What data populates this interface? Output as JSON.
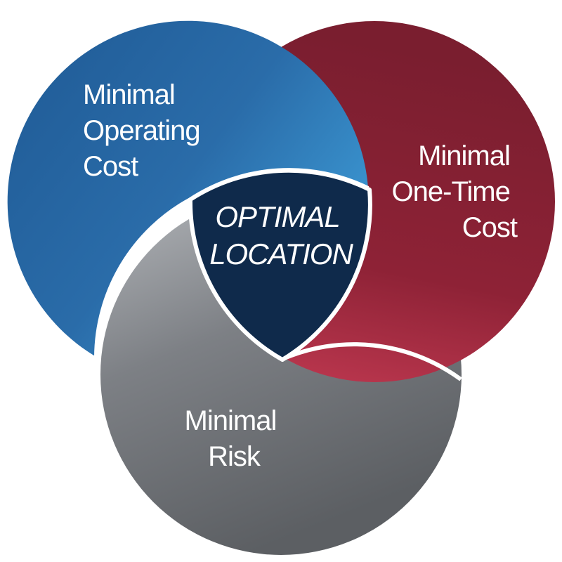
{
  "sets": {
    "operating_cost": {
      "lines": [
        "Minimal",
        "Operating",
        "Cost"
      ],
      "color": "#2a6aa6"
    },
    "one_time_cost": {
      "lines": [
        "Minimal",
        "One-Time",
        "Cost"
      ],
      "color": "#8e2236"
    },
    "risk": {
      "lines": [
        "Minimal",
        "Risk"
      ],
      "color": "#6c6f73"
    }
  },
  "intersection": {
    "lines": [
      "OPTIMAL",
      "LOCATION"
    ],
    "color": "#0f2a4b"
  }
}
